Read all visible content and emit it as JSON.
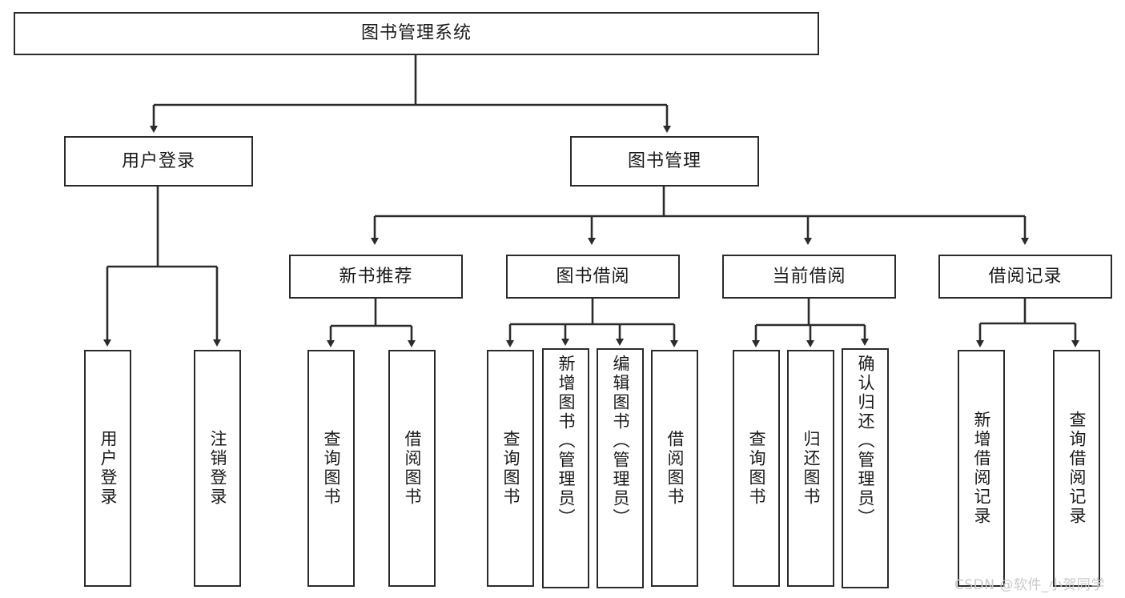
{
  "diagram": {
    "type": "tree",
    "title": "图书管理系统",
    "root": {
      "label": "图书管理系统"
    },
    "level1": [
      {
        "label": "用户登录"
      },
      {
        "label": "图书管理"
      }
    ],
    "level2": [
      {
        "label": "新书推荐"
      },
      {
        "label": "图书借阅"
      },
      {
        "label": "当前借阅"
      },
      {
        "label": "借阅记录"
      }
    ],
    "leaves": {
      "user_login": [
        {
          "label": "用户登录"
        },
        {
          "label": "注销登录"
        }
      ],
      "new_book_recommend": [
        {
          "label": "查询图书"
        },
        {
          "label": "借阅图书"
        }
      ],
      "book_borrow": [
        {
          "label": "查询图书"
        },
        {
          "label": "新增图书（管理员）"
        },
        {
          "label": "编辑图书（管理员）"
        },
        {
          "label": "借阅图书"
        }
      ],
      "current_borrow": [
        {
          "label": "查询图书"
        },
        {
          "label": "归还图书"
        },
        {
          "label": "确认归还（管理员）"
        }
      ],
      "borrow_record": [
        {
          "label": "新增借阅记录"
        },
        {
          "label": "查询借阅记录"
        }
      ]
    }
  },
  "watermark": {
    "text": "CSDN @软件_小贺同学"
  },
  "colors": {
    "border": "#2b2b2b",
    "text": "#1a1a1a",
    "background": "#ffffff",
    "watermark": "#c9c9c9"
  }
}
